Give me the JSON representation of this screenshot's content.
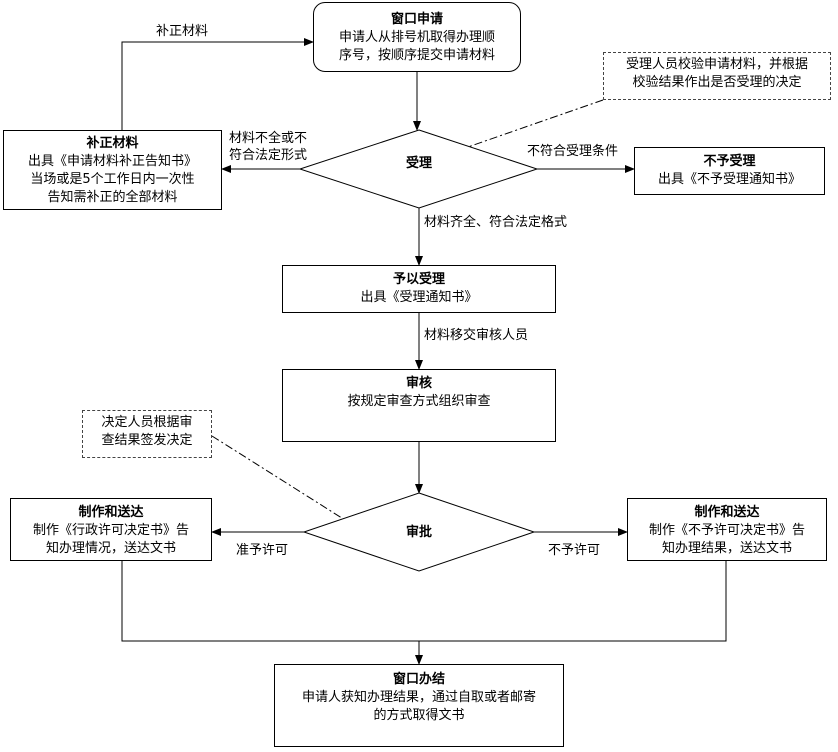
{
  "nodes": {
    "window_apply": {
      "title": "窗口申请",
      "line1": "申请人从排号机取得办理顺",
      "line2": "序号，按顺序提交申请材料"
    },
    "supplement": {
      "title": "补正材料",
      "line1": "出具《申请材料补正告知书》",
      "line2": "当场或是5个工作日内一次性",
      "line3": "告知需补正的全部材料"
    },
    "accept_decision": {
      "title": "受理"
    },
    "reject_accept": {
      "title": "不予受理",
      "line1": "出具《不予受理通知书》"
    },
    "grant_accept": {
      "title": "予以受理",
      "line1": "出具《受理通知书》"
    },
    "review": {
      "title": "审核",
      "line1": "按规定审查方式组织审查"
    },
    "approve_decision": {
      "title": "审批"
    },
    "make_deliver_yes": {
      "title": "制作和送达",
      "line1": "制作《行政许可决定书》告",
      "line2": "知办理情况，送达文书"
    },
    "make_deliver_no": {
      "title": "制作和送达",
      "line1": "制作《不予许可决定书》告",
      "line2": "知办理结果，送达文书"
    },
    "window_finish": {
      "title": "窗口办结",
      "line1": "申请人获知办理结果，通过自取或者邮寄",
      "line2": "的方式取得文书"
    }
  },
  "notes": {
    "acceptance_note": {
      "line1": "受理人员校验申请材料，并根据",
      "line2": "校验结果作出是否受理的决定"
    },
    "decision_note": {
      "line1": "决定人员根据审",
      "line2": "查结果签发决定"
    }
  },
  "edge_labels": {
    "supplement_back": "补正材料",
    "incomplete": {
      "line1": "材料不全或不",
      "line2": "符合法定形式"
    },
    "not_eligible": "不符合受理条件",
    "complete": "材料齐全、符合法定格式",
    "transfer": "材料移交审核人员",
    "permit": "准予许可",
    "no_permit": "不予许可"
  }
}
